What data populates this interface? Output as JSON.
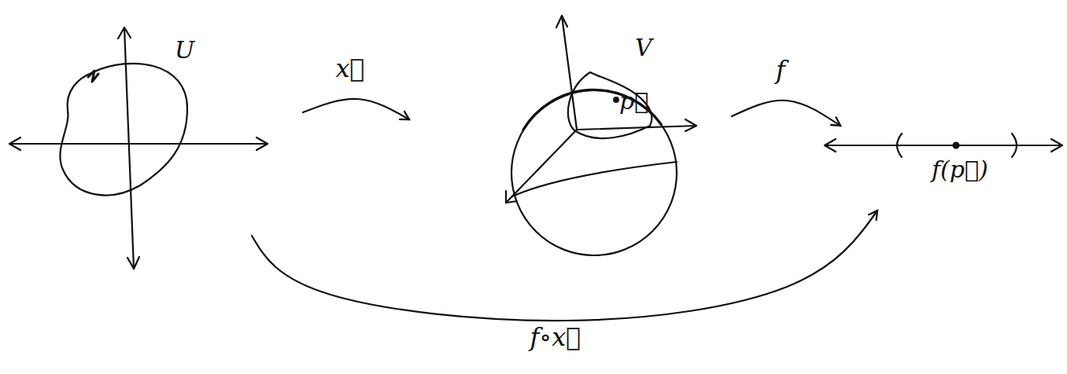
{
  "diagram": {
    "nodes": [
      {
        "text": [
          "U"
        ]
      },
      {
        "text": [
          "V",
          "p⃗"
        ]
      },
      {
        "text": [
          "f(p⃗)"
        ]
      }
    ],
    "edges": [
      {
        "from": 0,
        "to": 1,
        "arrow": "to",
        "label": "x⃗"
      },
      {
        "from": 1,
        "to": 2,
        "arrow": "to",
        "label": "f"
      },
      {
        "from": 0,
        "to": 2,
        "arrow": "to",
        "label": "f∘x⃗"
      }
    ]
  }
}
